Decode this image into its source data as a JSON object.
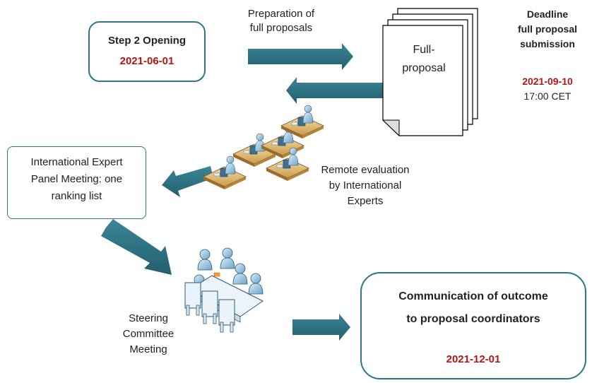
{
  "step2": {
    "title": "Step 2 Opening",
    "date": "2021-06-01"
  },
  "preparation": {
    "line1": "Preparation of",
    "line2": "full proposals"
  },
  "fullproposal": {
    "line1": "Full-",
    "line2": "proposal"
  },
  "deadline": {
    "line1": "Deadline",
    "line2": "full proposal",
    "line3": "submission",
    "date": "2021-09-10",
    "time": "17:00 CET"
  },
  "remote": {
    "line1": "Remote evaluation",
    "line2": "by International",
    "line3": "Experts"
  },
  "panel": {
    "line1": "International Expert",
    "line2": "Panel Meeting: one",
    "line3": "ranking list"
  },
  "steering": {
    "line1": "Steering",
    "line2": "Committee",
    "line3": "Meeting"
  },
  "outcome": {
    "line1": "Communication of outcome",
    "line2": "to proposal coordinators",
    "date": "2021-12-01"
  },
  "colors": {
    "teal": "#2e7686",
    "red": "#b41515"
  },
  "icons": [
    "arrow-right-icon",
    "arrow-left-icon",
    "document-stack-icon",
    "expert-workstation-icon",
    "meeting-table-icon"
  ]
}
